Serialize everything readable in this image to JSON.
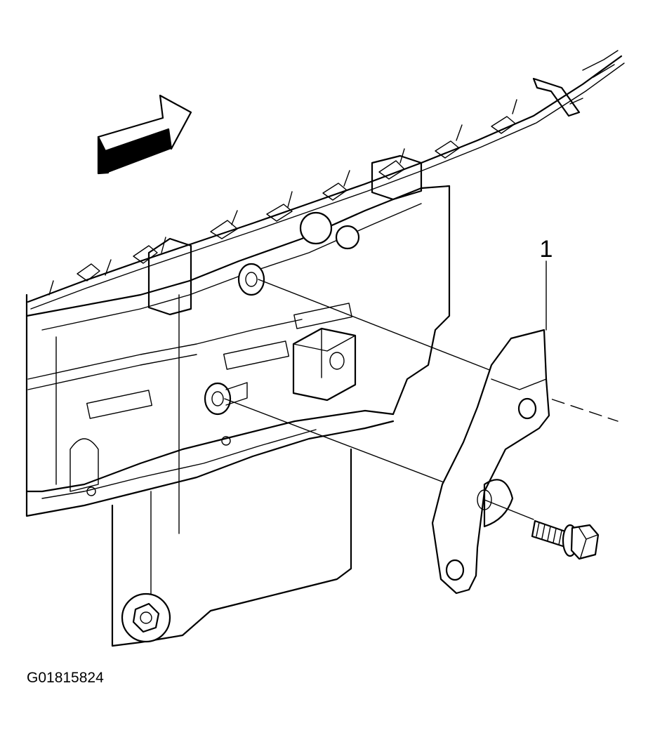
{
  "diagram": {
    "callouts": [
      {
        "id": "1",
        "text": "1"
      }
    ],
    "figure_id": "G01815824",
    "icons": [
      "direction-arrow-icon"
    ],
    "colors": {
      "line": "#000000",
      "background": "#ffffff"
    }
  }
}
